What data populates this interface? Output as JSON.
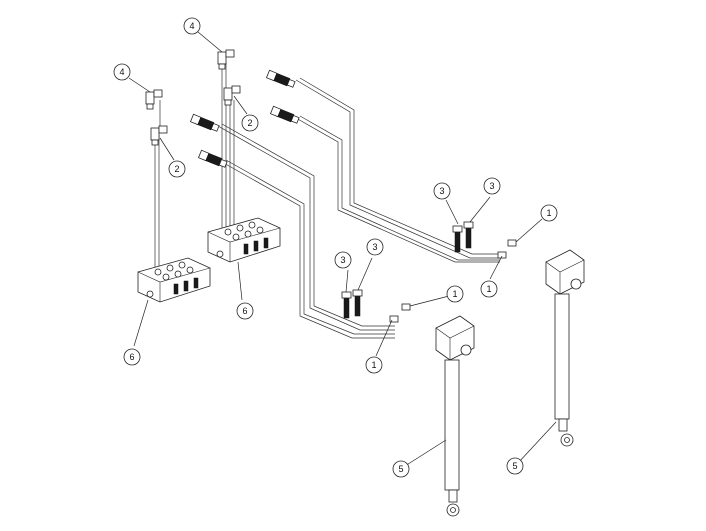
{
  "callouts": {
    "c1a": "1",
    "c1b": "1",
    "c1c": "1",
    "c1d": "1",
    "c2a": "2",
    "c2b": "2",
    "c3a": "3",
    "c3b": "3",
    "c3c": "3",
    "c3d": "3",
    "c4a": "4",
    "c4b": "4",
    "c5a": "5",
    "c5b": "5",
    "c6a": "6",
    "c6b": "6"
  }
}
